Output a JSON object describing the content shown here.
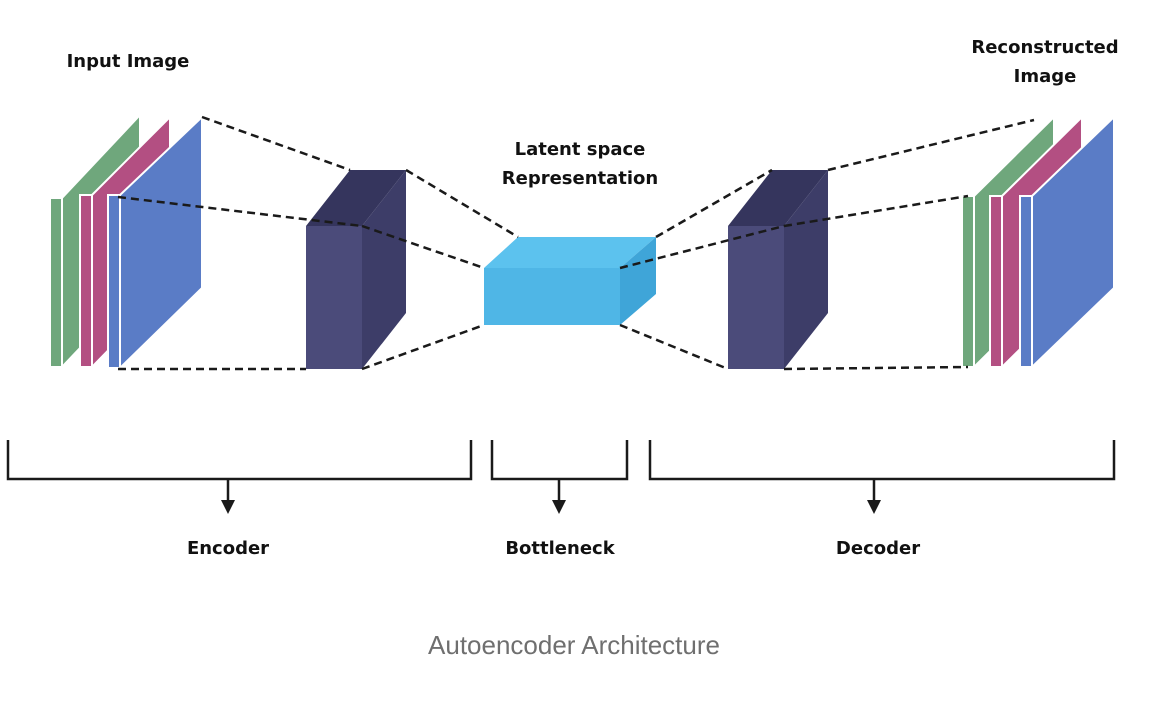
{
  "labels": {
    "input_image": "Input Image",
    "reconstructed_line1": "Reconstructed",
    "reconstructed_line2": "Image",
    "latent_line1": "Latent space",
    "latent_line2": "Representation",
    "encoder": "Encoder",
    "bottleneck": "Bottleneck",
    "decoder": "Decoder"
  },
  "caption": "Autoencoder Architecture",
  "colors": {
    "green": "#6fa77c",
    "pink": "#b34f82",
    "blue_plate": "#5a7cc6",
    "dark_front": "#4b4b7a",
    "dark_side": "#3d3d68",
    "dark_top": "#35355d",
    "latent_front": "#4fb6e6",
    "latent_side": "#3fa5d8",
    "latent_top": "#5cc2ee",
    "line": "#1a1a1a",
    "caption": "#6f6f6f"
  }
}
